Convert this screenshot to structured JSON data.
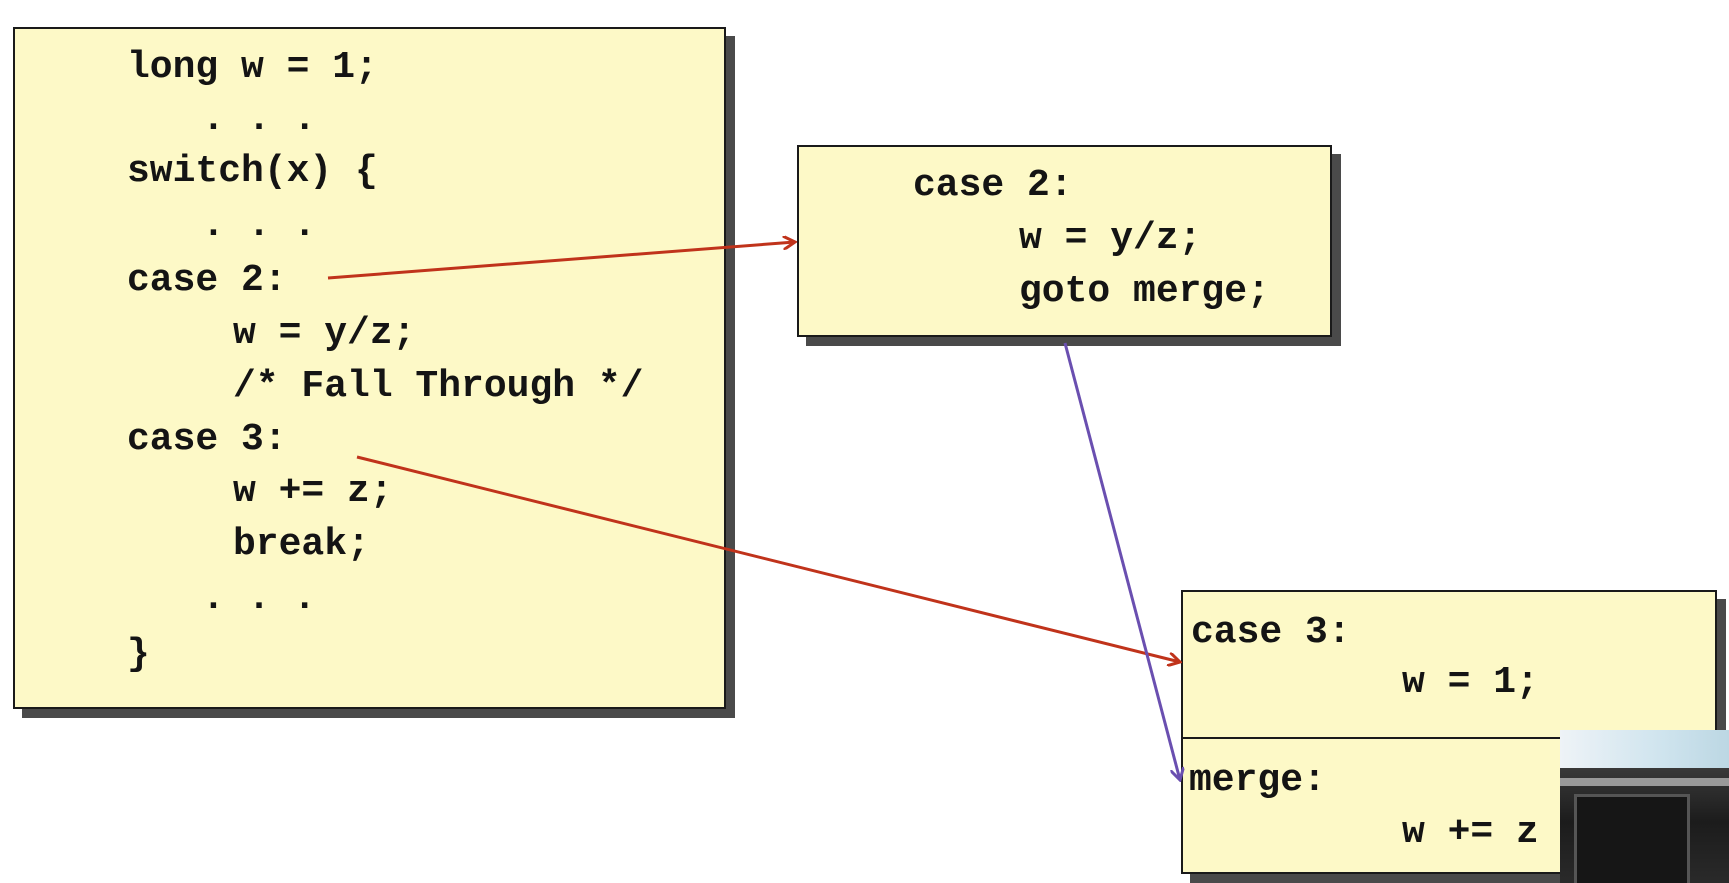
{
  "main_box": {
    "lines": [
      "long w = 1;",
      ". . .",
      "switch(x) {",
      ". . .",
      "case 2:",
      "w = y/z;",
      "/* Fall Through */",
      "case 3:",
      "w += z;",
      "break;",
      ". . .",
      "}"
    ]
  },
  "case2_box": {
    "lines": [
      "case 2:",
      "w = y/z;",
      "goto merge;"
    ]
  },
  "split_box": {
    "top_lines": [
      "case 3:",
      "w = 1;"
    ],
    "bottom_lines": [
      "merge:",
      "w += z"
    ]
  },
  "colors": {
    "box_fill": "#fdf9c7",
    "box_border": "#1a1a1a",
    "box_shadow": "#4a4a4a",
    "arrow_red": "#c0331b",
    "arrow_purple": "#6a4fb0"
  }
}
